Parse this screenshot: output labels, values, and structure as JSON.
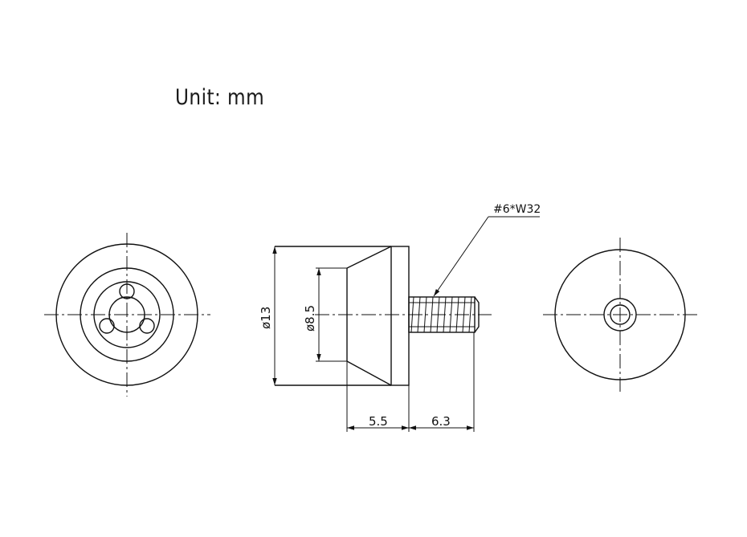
{
  "unit_label": "Unit:  mm",
  "callout": {
    "thread_spec": "#6*W32"
  },
  "dimensions": {
    "outer_diameter": "ø13",
    "inner_diameter": "ø8.5",
    "head_length": "5.5",
    "thread_length": "6.3"
  },
  "colors": {
    "line": "#111111",
    "background": "#ffffff"
  }
}
